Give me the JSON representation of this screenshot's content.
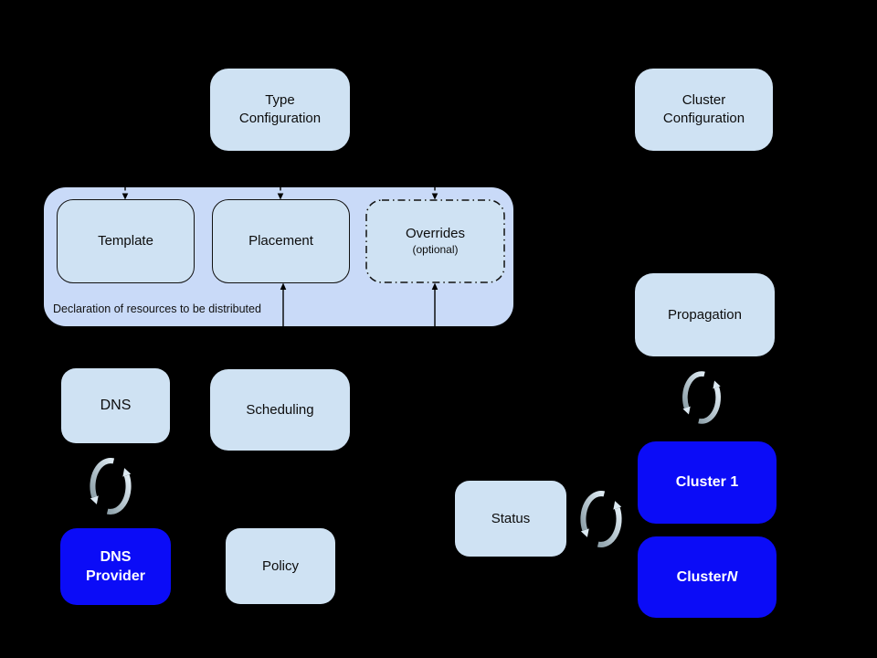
{
  "diagram": {
    "kind": "architecture-diagram",
    "colors": {
      "background": "#000000",
      "node_fill": "#cfe2f3",
      "container_fill": "#c9daf8",
      "cluster_node_fill": "#0b0cf7",
      "cluster_node_text": "#ffffff",
      "node_text": "#0d0d0d",
      "sync_arrow_dark": "#8da0a9",
      "sync_arrow_light": "#e0ecf4"
    },
    "icons": {
      "sync": "circular-arrows-sync-icon"
    },
    "nodes": {
      "type_configuration": {
        "label": "Type\nConfiguration"
      },
      "cluster_configuration": {
        "label": "Cluster\nConfiguration"
      },
      "template": {
        "label": "Template"
      },
      "placement": {
        "label": "Placement"
      },
      "overrides": {
        "label": "Overrides",
        "note": "(optional)"
      },
      "resource_container": {
        "caption": "Declaration of resources to be distributed"
      },
      "dns": {
        "label": "DNS"
      },
      "scheduling": {
        "label": "Scheduling"
      },
      "dns_provider": {
        "label": "DNS\nProvider"
      },
      "policy": {
        "label": "Policy"
      },
      "propagation": {
        "label": "Propagation"
      },
      "status": {
        "label": "Status"
      },
      "cluster_1": {
        "label": "Cluster 1"
      },
      "cluster_n": {
        "label_prefix": "Cluster ",
        "label_suffix": "N"
      }
    }
  }
}
